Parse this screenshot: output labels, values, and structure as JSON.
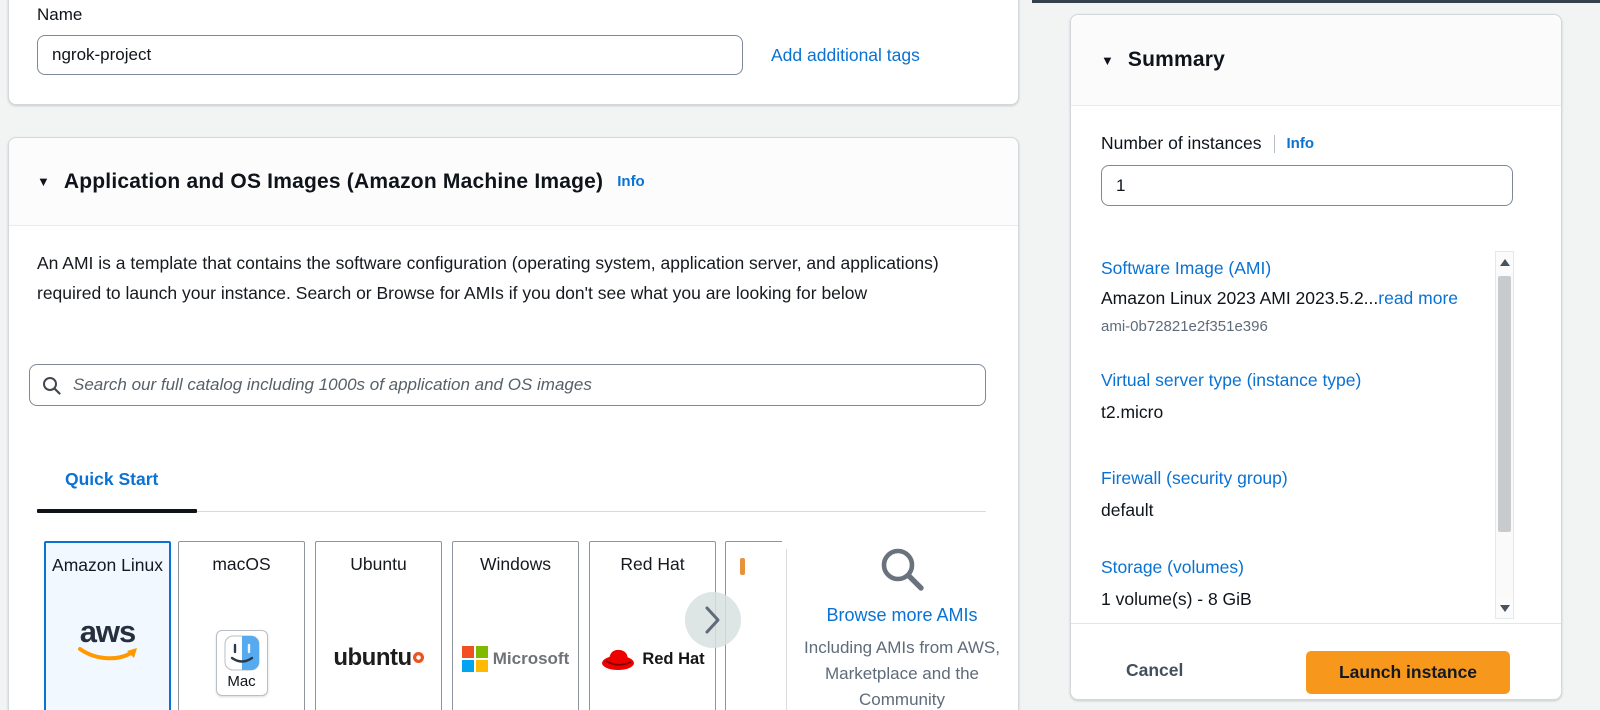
{
  "colors": {
    "link_blue": "#0972d3",
    "launch_button_orange": "#f7981d",
    "page_background": "#f2f3f3",
    "selected_card_border": "#0972d3",
    "selected_card_background": "#f1f8ff",
    "aws_smile_orange": "#ff9900",
    "ubuntu_orange": "#e95420",
    "redhat_red": "#ee0000",
    "microsoft_red": "#f25022",
    "microsoft_green": "#7fba00",
    "microsoft_blue": "#00a4ef",
    "microsoft_yellow": "#ffb900"
  },
  "name_section": {
    "label": "Name",
    "value": "ngrok-project",
    "add_tags_link": "Add additional tags"
  },
  "ami_section": {
    "title": "Application and OS Images (Amazon Machine Image)",
    "info_label": "Info",
    "description": "An AMI is a template that contains the software configuration (operating system, application server, and applications) required to launch your instance. Search or Browse for AMIs if you don't see what you are looking for below",
    "search_placeholder": "Search our full catalog including 1000s of application and OS images",
    "quick_start_tab": "Quick Start",
    "os_cards": [
      {
        "label": "Amazon Linux",
        "logo": "aws-logo",
        "logo_text": "aws",
        "selected": true
      },
      {
        "label": "macOS",
        "logo": "mac-finder-logo",
        "logo_caption": "Mac",
        "selected": false
      },
      {
        "label": "Ubuntu",
        "logo": "ubuntu-logo",
        "logo_text": "ubuntu",
        "selected": false
      },
      {
        "label": "Windows",
        "logo": "microsoft-logo",
        "logo_text": "Microsoft",
        "selected": false
      },
      {
        "label": "Red Hat",
        "logo": "redhat-logo",
        "logo_text": "Red Hat",
        "selected": false
      }
    ],
    "browse_more": {
      "link": "Browse more AMIs",
      "subtext": "Including AMIs from AWS, Marketplace and the Community"
    }
  },
  "summary": {
    "title": "Summary",
    "number_of_instances": {
      "label": "Number of instances",
      "info_label": "Info",
      "value": "1"
    },
    "items": [
      {
        "label": "Software Image (AMI)",
        "value": "Amazon Linux 2023 AMI 2023.5.2...",
        "read_more": "read more",
        "sub": "ami-0b72821e2f351e396"
      },
      {
        "label": "Virtual server type (instance type)",
        "value": "t2.micro"
      },
      {
        "label": "Firewall (security group)",
        "value": "default"
      },
      {
        "label": "Storage (volumes)",
        "value": "1 volume(s) - 8 GiB"
      }
    ],
    "cancel_label": "Cancel",
    "launch_label": "Launch instance"
  }
}
